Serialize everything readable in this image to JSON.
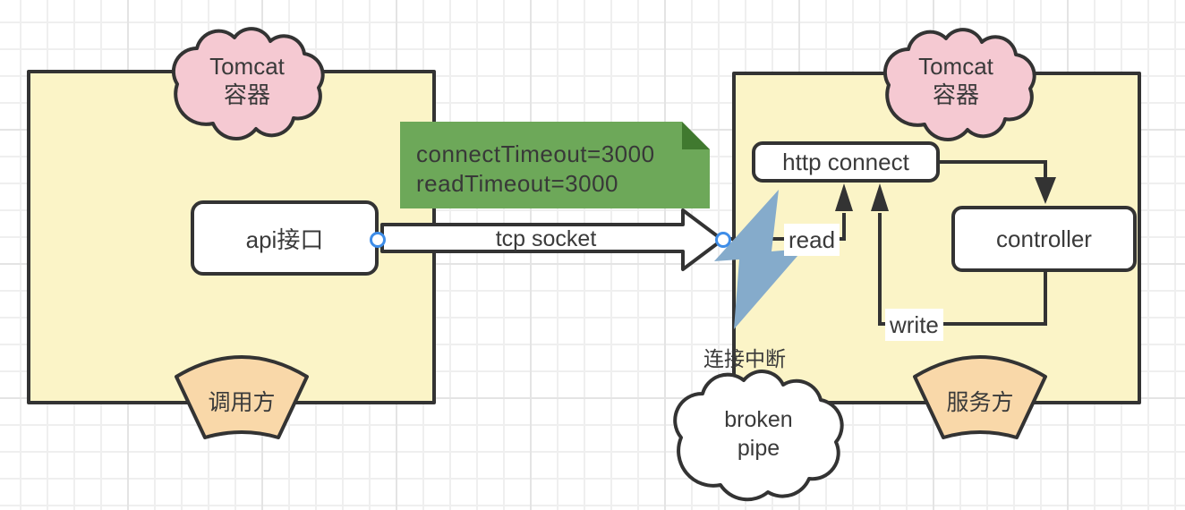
{
  "diagram_title": "tomcat connection timeout / broken pipe diagram",
  "left_container": {
    "cloud_label": "Tomcat\n容器",
    "api_box_label": "api接口",
    "role_label": "调用方"
  },
  "right_container": {
    "cloud_label": "Tomcat\n容器",
    "http_connect_label": "http connect",
    "controller_label": "controller",
    "role_label": "服务方",
    "read_label": "read",
    "write_label": "write"
  },
  "connection": {
    "note_text": "connectTimeout=3000\nreadTimeout=3000",
    "tcp_arrow_label": "tcp socket",
    "break_label": "连接中断",
    "error_cloud_label": "broken\npipe"
  },
  "colors": {
    "container_fill": "#FBF4C7",
    "cloud_pink": "#F5C9D2",
    "fan_peach": "#F9D8A9",
    "note_green": "#6DA859",
    "note_fold_green": "#40792F",
    "bolt_blue": "#85ABCB",
    "stroke_dark": "#333333",
    "endpoint_blue": "#3E8DE8",
    "error_cloud_fill": "#FFFFFF"
  }
}
